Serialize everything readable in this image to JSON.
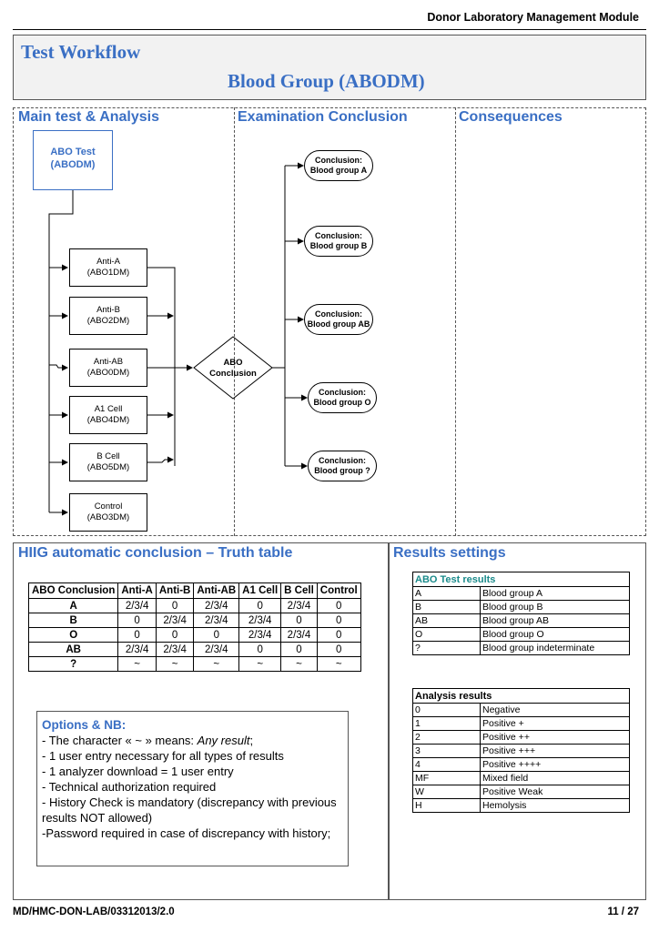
{
  "header": {
    "module_title": "Donor Laboratory Management Module"
  },
  "title": {
    "main": "Test Workflow",
    "sub": "Blood Group (ABODM)"
  },
  "workflow": {
    "sections": [
      "Main test & Analysis",
      "Examination Conclusion",
      "Consequences"
    ],
    "start_test": {
      "line1": "ABO Test",
      "line2": "(ABODM)"
    },
    "tests": [
      {
        "name": "Anti-A",
        "code": "(ABO1DM)"
      },
      {
        "name": "Anti-B",
        "code": "(ABO2DM)"
      },
      {
        "name": "Anti-AB",
        "code": "(ABO0DM)"
      },
      {
        "name": "A1 Cell",
        "code": "(ABO4DM)"
      },
      {
        "name": "B Cell",
        "code": "(ABO5DM)"
      },
      {
        "name": "Control",
        "code": "(ABO3DM)"
      }
    ],
    "decision": {
      "line1": "ABO",
      "line2": "Conclusion"
    },
    "conclusions": [
      {
        "line1": "Conclusion:",
        "line2": "Blood group A"
      },
      {
        "line1": "Conclusion:",
        "line2": "Blood group B"
      },
      {
        "line1": "Conclusion:",
        "line2": "Blood group AB"
      },
      {
        "line1": "Conclusion:",
        "line2": "Blood group O"
      },
      {
        "line1": "Conclusion:",
        "line2": "Blood group ?"
      }
    ]
  },
  "truth_table": {
    "heading": "HIIG automatic conclusion – Truth table",
    "columns": [
      "ABO Conclusion",
      "Anti-A",
      "Anti-B",
      "Anti-AB",
      "A1 Cell",
      "B Cell",
      "Control"
    ],
    "rows": [
      [
        "A",
        "2/3/4",
        "0",
        "2/3/4",
        "0",
        "2/3/4",
        "0"
      ],
      [
        "B",
        "0",
        "2/3/4",
        "2/3/4",
        "2/3/4",
        "0",
        "0"
      ],
      [
        "O",
        "0",
        "0",
        "0",
        "2/3/4",
        "2/3/4",
        "0"
      ],
      [
        "AB",
        "2/3/4",
        "2/3/4",
        "2/3/4",
        "0",
        "0",
        "0"
      ],
      [
        "?",
        "~",
        "~",
        "~",
        "~",
        "~",
        "~"
      ]
    ]
  },
  "options": {
    "title": "Options & NB:",
    "line1_prefix": "- The character « ~ » means: ",
    "line1_em": "Any result",
    "line1_suffix": ";",
    "lines": [
      "- 1 user entry necessary for all types of results",
      "- 1 analyzer download = 1 user entry",
      "- Technical authorization required",
      "- History Check is mandatory (discrepancy with previous results NOT allowed)",
      "-Password required in case of discrepancy with history;"
    ]
  },
  "results_settings": {
    "heading": "Results settings",
    "abo": {
      "title": "ABO Test results",
      "rows": [
        [
          "A",
          "Blood group A"
        ],
        [
          "B",
          "Blood group B"
        ],
        [
          "AB",
          "Blood group AB"
        ],
        [
          "O",
          "Blood group O"
        ],
        [
          "?",
          "Blood group indeterminate"
        ]
      ]
    },
    "analysis": {
      "title": "Analysis results",
      "rows": [
        [
          "0",
          "Negative"
        ],
        [
          "1",
          "Positive +"
        ],
        [
          "2",
          "Positive ++"
        ],
        [
          "3",
          "Positive +++"
        ],
        [
          "4",
          "Positive ++++"
        ],
        [
          "MF",
          "Mixed field"
        ],
        [
          "W",
          "Positive Weak"
        ],
        [
          "H",
          "Hemolysis"
        ]
      ]
    }
  },
  "footer": {
    "doc_id": "MD/HMC-DON-LAB/03312013/2.0",
    "page": "11 / 27"
  }
}
